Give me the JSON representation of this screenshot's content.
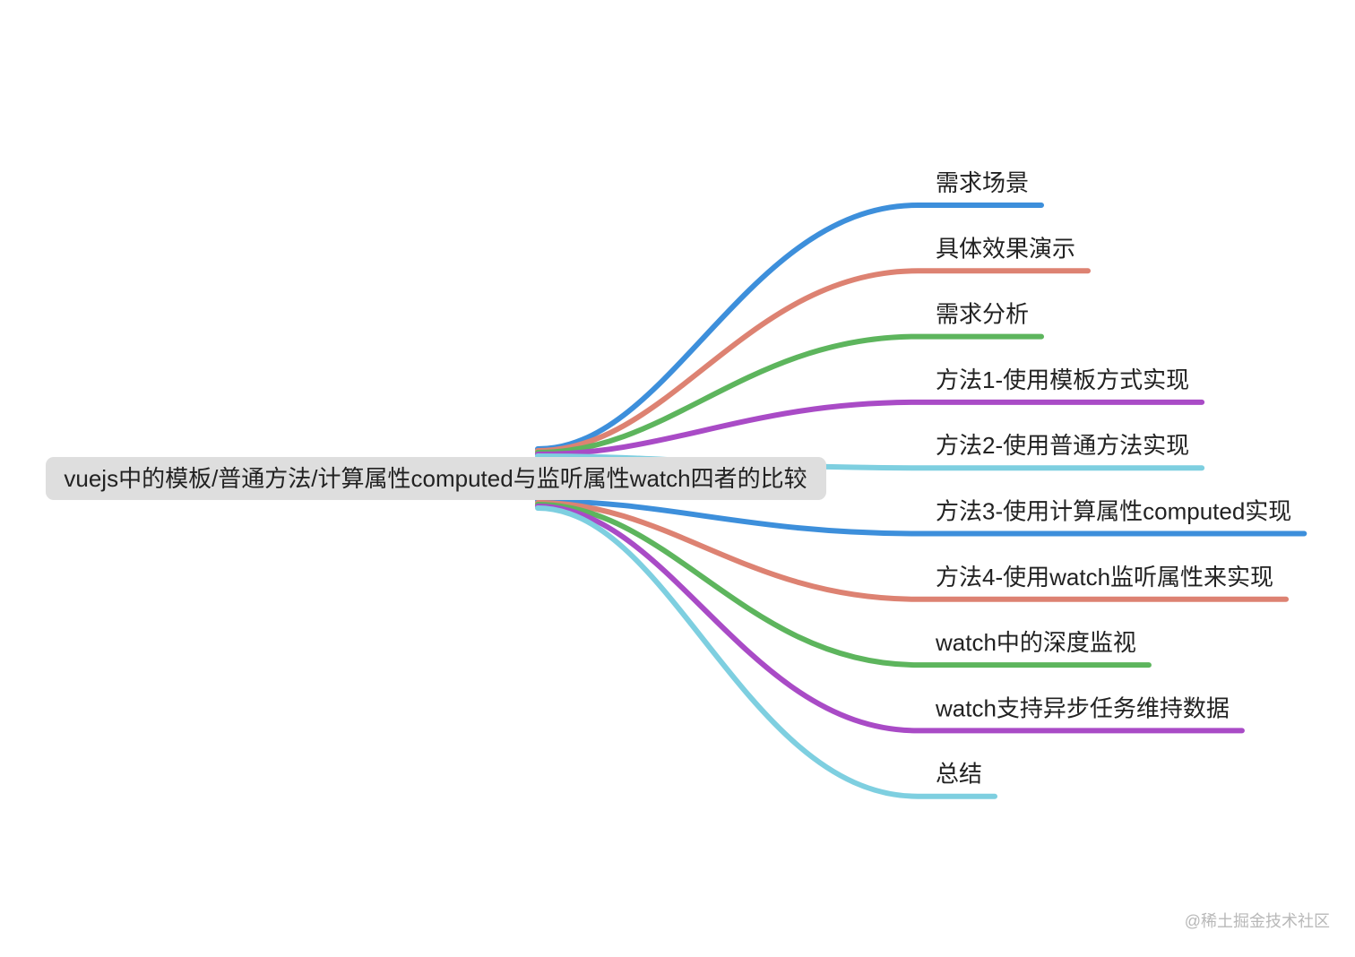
{
  "root": {
    "label": "vuejs中的模板/普通方法/计算属性computed与监听属性watch四者的比较",
    "background": "#dedede"
  },
  "branches": [
    {
      "label": "需求场景",
      "color": "#3d8fdb"
    },
    {
      "label": "具体效果演示",
      "color": "#dd8272"
    },
    {
      "label": "需求分析",
      "color": "#5db55d"
    },
    {
      "label": "方法1-使用模板方式实现",
      "color": "#a94bc6"
    },
    {
      "label": "方法2-使用普通方法实现",
      "color": "#7ecfe0"
    },
    {
      "label": "方法3-使用计算属性computed实现",
      "color": "#3d8fdb"
    },
    {
      "label": "方法4-使用watch监听属性来实现",
      "color": "#dd8272"
    },
    {
      "label": "watch中的深度监视",
      "color": "#5db55d"
    },
    {
      "label": "watch支持异步任务维持数据",
      "color": "#a94bc6"
    },
    {
      "label": "总结",
      "color": "#7ecfe0"
    }
  ],
  "watermark": "@稀土掘金技术社区"
}
